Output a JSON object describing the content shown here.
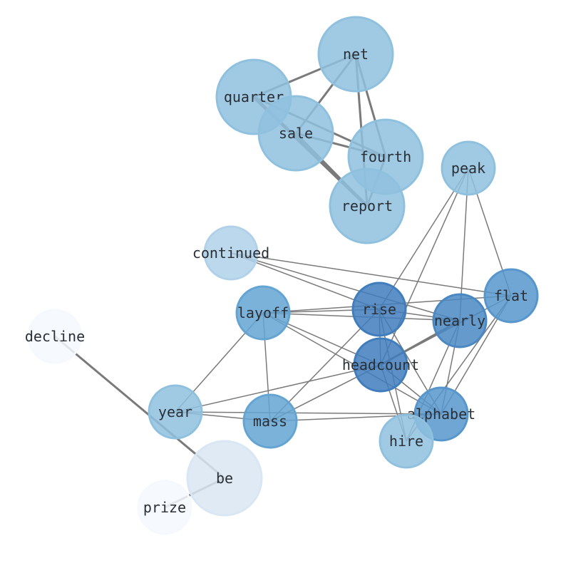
{
  "graph": {
    "nodes": [
      {
        "id": "net",
        "label": "net",
        "color": "#8fc1df",
        "weight": 2
      },
      {
        "id": "quarter",
        "label": "quarter",
        "color": "#8fc1df",
        "weight": 2
      },
      {
        "id": "sale",
        "label": "sale",
        "color": "#8fc1df",
        "weight": 2
      },
      {
        "id": "fourth",
        "label": "fourth",
        "color": "#8fc1df",
        "weight": 2
      },
      {
        "id": "report",
        "label": "report",
        "color": "#8fc1df",
        "weight": 2
      },
      {
        "id": "peak",
        "label": "peak",
        "color": "#8fc1df",
        "weight": 1
      },
      {
        "id": "continued",
        "label": "continued",
        "color": "#b0d1e9",
        "weight": 1
      },
      {
        "id": "flat",
        "label": "flat",
        "color": "#5696cc",
        "weight": 1
      },
      {
        "id": "rise",
        "label": "rise",
        "color": "#3f7dbc",
        "weight": 1
      },
      {
        "id": "nearly",
        "label": "nearly",
        "color": "#4a88c4",
        "weight": 1
      },
      {
        "id": "layoff",
        "label": "layoff",
        "color": "#64a4d2",
        "weight": 1
      },
      {
        "id": "headcount",
        "label": "headcount",
        "color": "#3f7dbc",
        "weight": 1
      },
      {
        "id": "decline",
        "label": "decline",
        "color": "#f5f9fe",
        "weight": 1
      },
      {
        "id": "year",
        "label": "year",
        "color": "#8fc1df",
        "weight": 1
      },
      {
        "id": "mass",
        "label": "mass",
        "color": "#64a4d2",
        "weight": 1
      },
      {
        "id": "alphabet",
        "label": "alphabet",
        "color": "#5696cc",
        "weight": 1
      },
      {
        "id": "hire",
        "label": "hire",
        "color": "#8fc1df",
        "weight": 1
      },
      {
        "id": "be",
        "label": "be",
        "color": "#d9e6f3",
        "weight": 2
      },
      {
        "id": "prize",
        "label": "prize",
        "color": "#f5f9fe",
        "weight": 1
      }
    ],
    "edges": [
      [
        "net",
        "quarter",
        3
      ],
      [
        "net",
        "sale",
        3
      ],
      [
        "net",
        "fourth",
        3
      ],
      [
        "net",
        "report",
        3
      ],
      [
        "quarter",
        "fourth",
        3
      ],
      [
        "quarter",
        "report",
        5
      ],
      [
        "sale",
        "fourth",
        3
      ],
      [
        "sale",
        "report",
        3
      ],
      [
        "fourth",
        "report",
        3
      ],
      [
        "decline",
        "be",
        3
      ],
      [
        "be",
        "prize",
        3
      ],
      [
        "peak",
        "rise",
        1.5
      ],
      [
        "peak",
        "headcount",
        1.5
      ],
      [
        "peak",
        "nearly",
        1.5
      ],
      [
        "peak",
        "flat",
        1.5
      ],
      [
        "continued",
        "flat",
        1.5
      ],
      [
        "continued",
        "rise",
        1.5
      ],
      [
        "continued",
        "nearly",
        1.5
      ],
      [
        "layoff",
        "rise",
        1.5
      ],
      [
        "layoff",
        "nearly",
        1.5
      ],
      [
        "layoff",
        "flat",
        1.5
      ],
      [
        "layoff",
        "headcount",
        1.5
      ],
      [
        "layoff",
        "alphabet",
        1.5
      ],
      [
        "layoff",
        "mass",
        1.5
      ],
      [
        "layoff",
        "year",
        1.5
      ],
      [
        "rise",
        "nearly",
        1.5
      ],
      [
        "rise",
        "headcount",
        1.5
      ],
      [
        "rise",
        "mass",
        1.5
      ],
      [
        "rise",
        "alphabet",
        1.5
      ],
      [
        "rise",
        "hire",
        1.5
      ],
      [
        "nearly",
        "headcount",
        3
      ],
      [
        "nearly",
        "alphabet",
        1.5
      ],
      [
        "nearly",
        "hire",
        1.5
      ],
      [
        "flat",
        "headcount",
        1.5
      ],
      [
        "flat",
        "alphabet",
        1.5
      ],
      [
        "flat",
        "hire",
        1.5
      ],
      [
        "headcount",
        "year",
        1.5
      ],
      [
        "headcount",
        "mass",
        1.5
      ],
      [
        "headcount",
        "alphabet",
        1.5
      ],
      [
        "headcount",
        "hire",
        1.5
      ],
      [
        "year",
        "alphabet",
        1.5
      ],
      [
        "year",
        "mass",
        1.5
      ],
      [
        "mass",
        "alphabet",
        1.5
      ]
    ]
  }
}
